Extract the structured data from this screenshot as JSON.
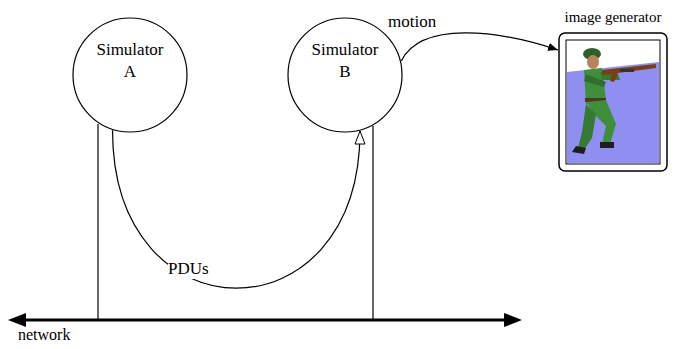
{
  "diagram": {
    "nodes": [
      {
        "text": [
          "Simulator A"
        ]
      },
      {
        "text": [
          "Simulator B"
        ]
      },
      {
        "text": [
          "image generator"
        ]
      }
    ],
    "edges": [
      {
        "from": 0,
        "to": 1,
        "arrow": "to",
        "label": "PDUs"
      },
      {
        "from": 1,
        "to": 2,
        "arrow": "to",
        "label": "motion"
      }
    ],
    "labels": [
      "network"
    ]
  }
}
